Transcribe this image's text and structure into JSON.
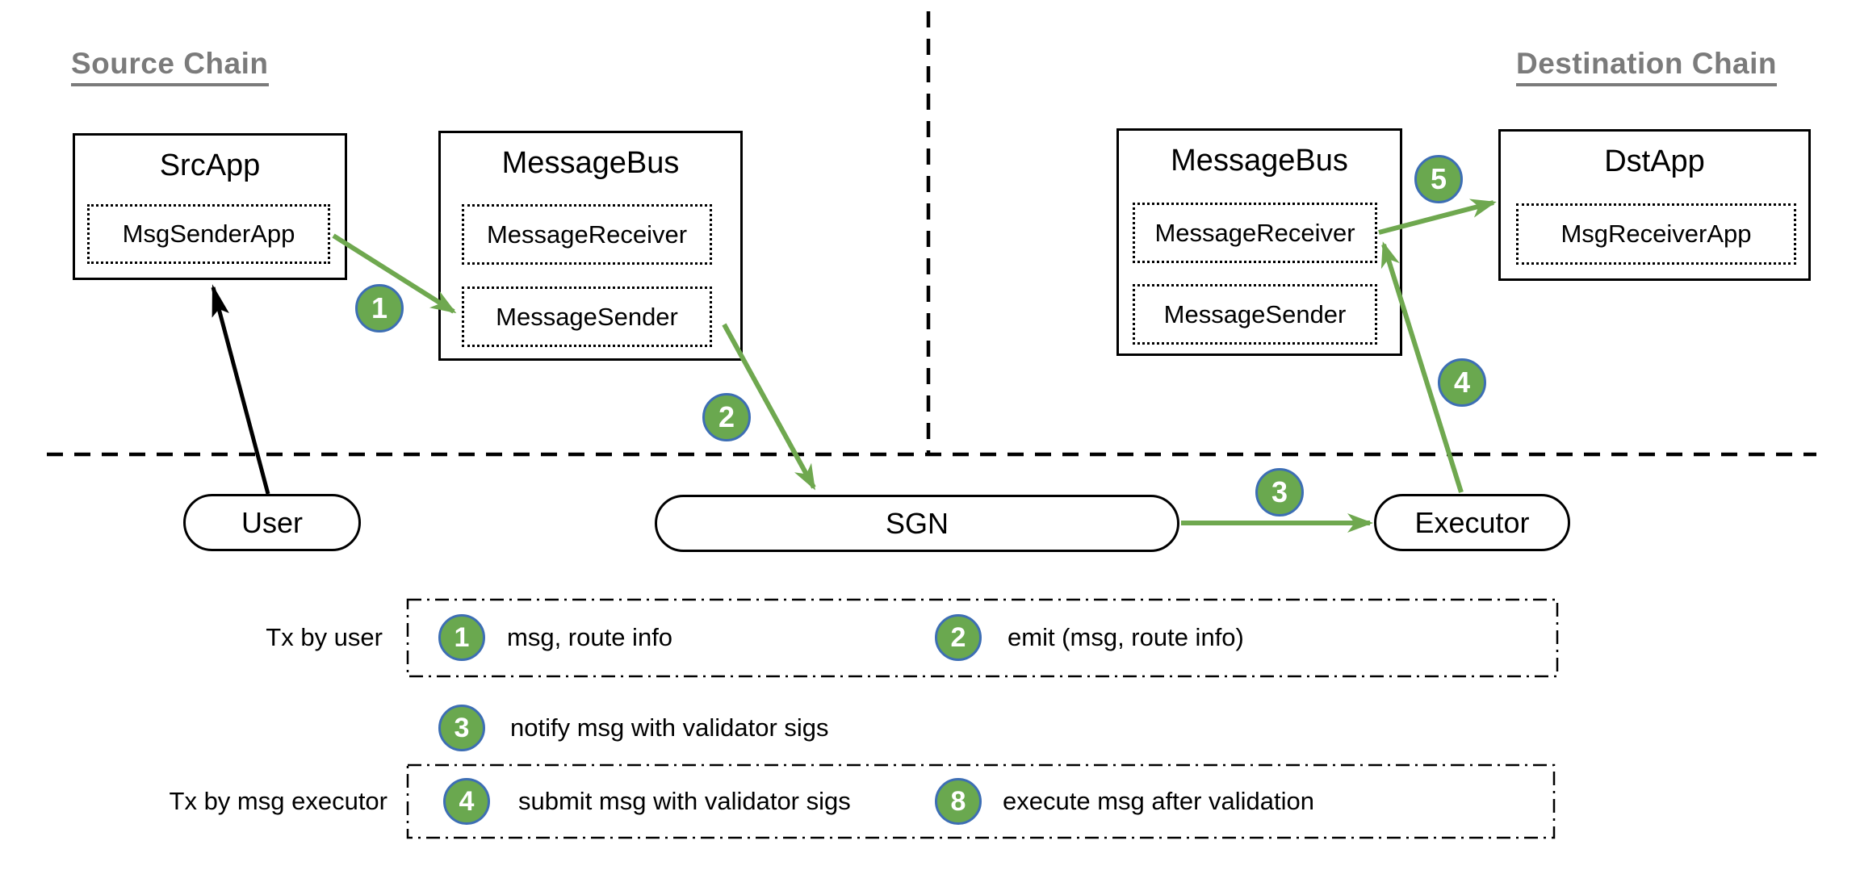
{
  "header": {
    "source_chain": "Source Chain",
    "destination_chain": "Destination Chain"
  },
  "source_chain": {
    "src_app": {
      "title": "SrcApp",
      "module": "MsgSenderApp"
    },
    "message_bus": {
      "title": "MessageBus",
      "receiver": "MessageReceiver",
      "sender": "MessageSender"
    }
  },
  "destination_chain": {
    "message_bus": {
      "title": "MessageBus",
      "receiver": "MessageReceiver",
      "sender": "MessageSender"
    },
    "dst_app": {
      "title": "DstApp",
      "module": "MsgReceiverApp"
    }
  },
  "offchain": {
    "user": "User",
    "sgn": "SGN",
    "executor": "Executor"
  },
  "diagram_badges": [
    "1",
    "2",
    "3",
    "4",
    "5"
  ],
  "legend": {
    "tx_by_user_label": "Tx by user",
    "tx_by_executor_label": "Tx by msg executor",
    "items": [
      {
        "num": "1",
        "text": "msg, route info"
      },
      {
        "num": "2",
        "text": "emit (msg, route info)"
      },
      {
        "num": "3",
        "text": "notify msg with validator sigs"
      },
      {
        "num": "4",
        "text": "submit msg with validator sigs"
      },
      {
        "num": "8",
        "text": "execute msg after validation"
      }
    ]
  },
  "colors": {
    "badge_green": "#6aa84f",
    "badge_border_blue": "#3d6eb4",
    "arrow_green": "#6fa84f",
    "heading_gray": "#7b7b7b"
  }
}
